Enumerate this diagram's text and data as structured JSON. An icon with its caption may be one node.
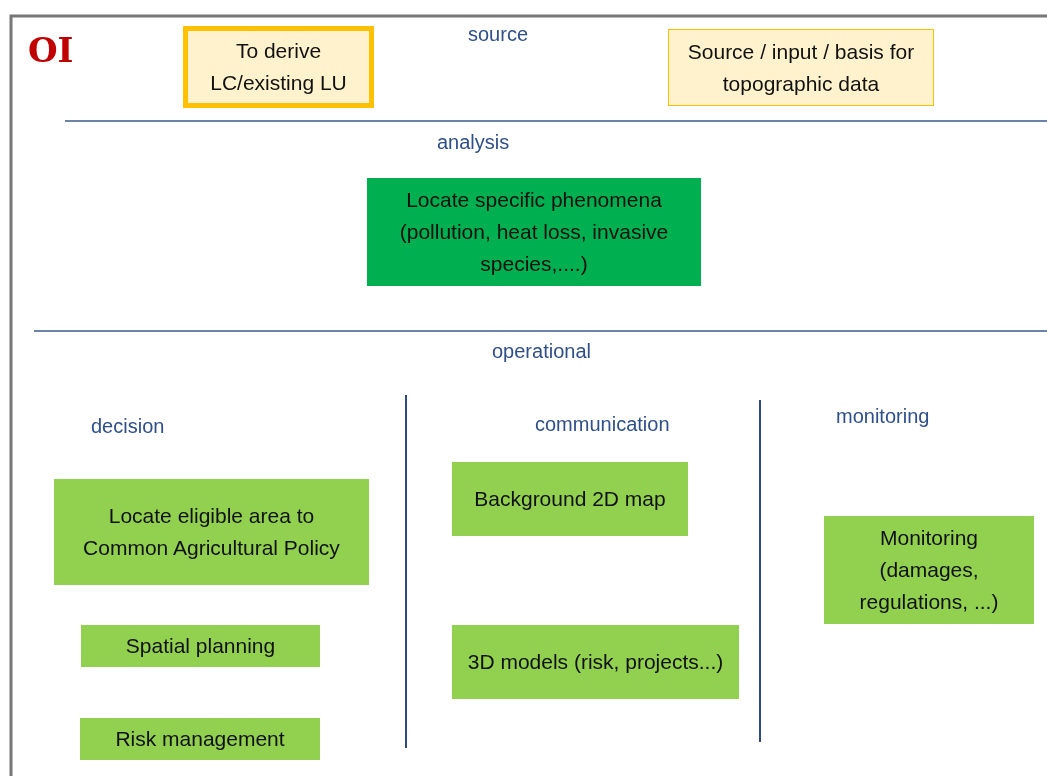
{
  "diagram": {
    "nodes": [
      {
        "text": [
          "To derive LC/existing LU"
        ]
      },
      {
        "text": [
          "Source / input / basis for topographic data"
        ]
      },
      {
        "text": [
          "Locate specific phenomena (pollution, heat loss, invasive species,....)"
        ]
      },
      {
        "text": [
          "Locate eligible area to Common Agricultural Policy"
        ]
      },
      {
        "text": [
          "Spatial planning"
        ]
      },
      {
        "text": [
          "Risk management"
        ]
      },
      {
        "text": [
          "Background 2D map"
        ]
      },
      {
        "text": [
          "3D models (risk, projects...)"
        ]
      },
      {
        "text": [
          "Monitoring (damages, regulations, ...)"
        ]
      }
    ],
    "labels": [
      "OI",
      "source",
      "analysis",
      "operational",
      "decision",
      "communication",
      "monitoring"
    ]
  }
}
